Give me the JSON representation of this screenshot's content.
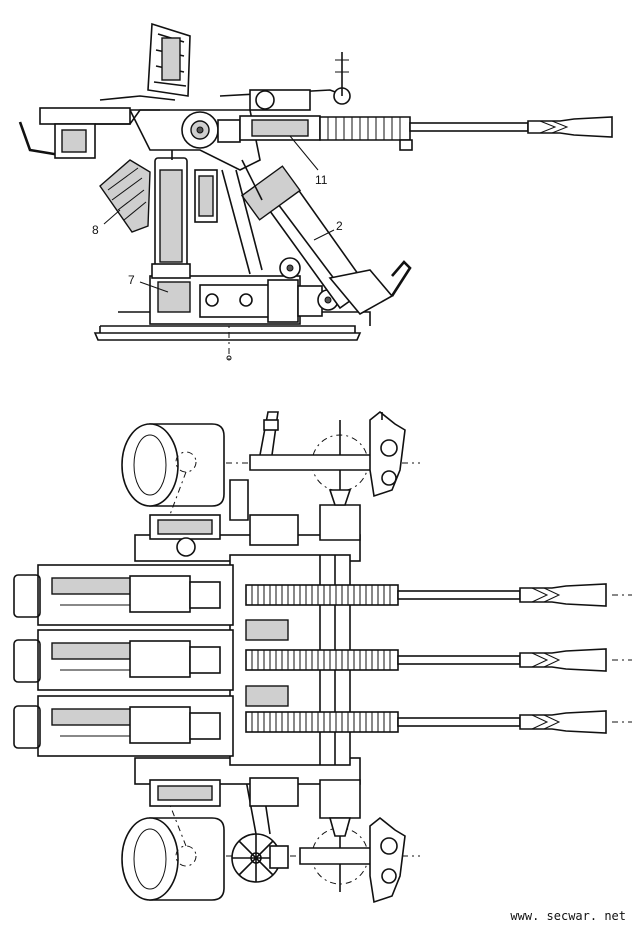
{
  "callouts": {
    "c11": "11",
    "c2": "2",
    "c8": "8",
    "c7": "7"
  },
  "watermark": "www. secwar. net",
  "colors": {
    "ink": "#111111",
    "paper": "#ffffff"
  }
}
